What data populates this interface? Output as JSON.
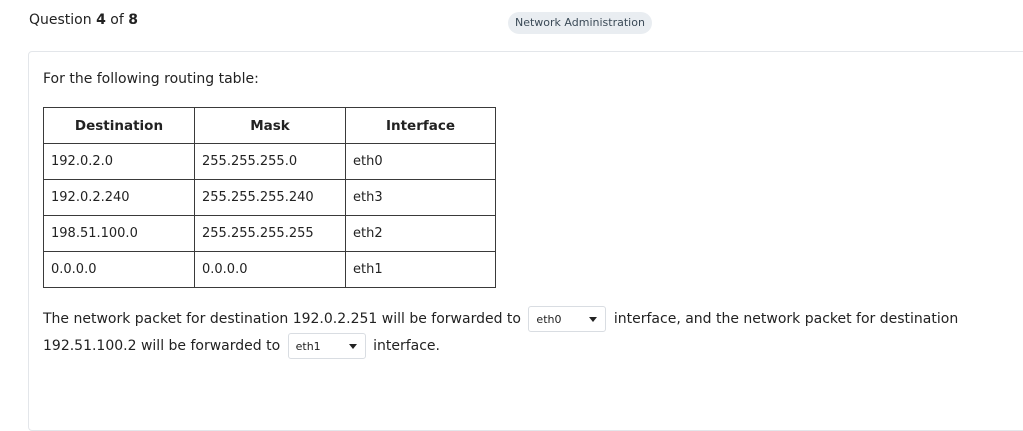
{
  "header": {
    "question_prefix": "Question",
    "question_number": "4",
    "question_of": "of",
    "question_total": "8",
    "category": "Network Administration"
  },
  "question": {
    "prompt": "For the following routing table:",
    "table": {
      "headers": [
        "Destination",
        "Mask",
        "Interface"
      ],
      "rows": [
        [
          "192.0.2.0",
          "255.255.255.0",
          "eth0"
        ],
        [
          "192.0.2.240",
          "255.255.255.240",
          "eth3"
        ],
        [
          "198.51.100.0",
          "255.255.255.255",
          "eth2"
        ],
        [
          "0.0.0.0",
          "0.0.0.0",
          "eth1"
        ]
      ]
    },
    "answer": {
      "text1": "The network packet for destination 192.0.2.251 will be forwarded to",
      "select1_value": "eth0",
      "text2": "interface, and the network packet for destination 192.51.100.2 will be forwarded to",
      "select2_value": "eth1",
      "text3": "interface."
    }
  }
}
